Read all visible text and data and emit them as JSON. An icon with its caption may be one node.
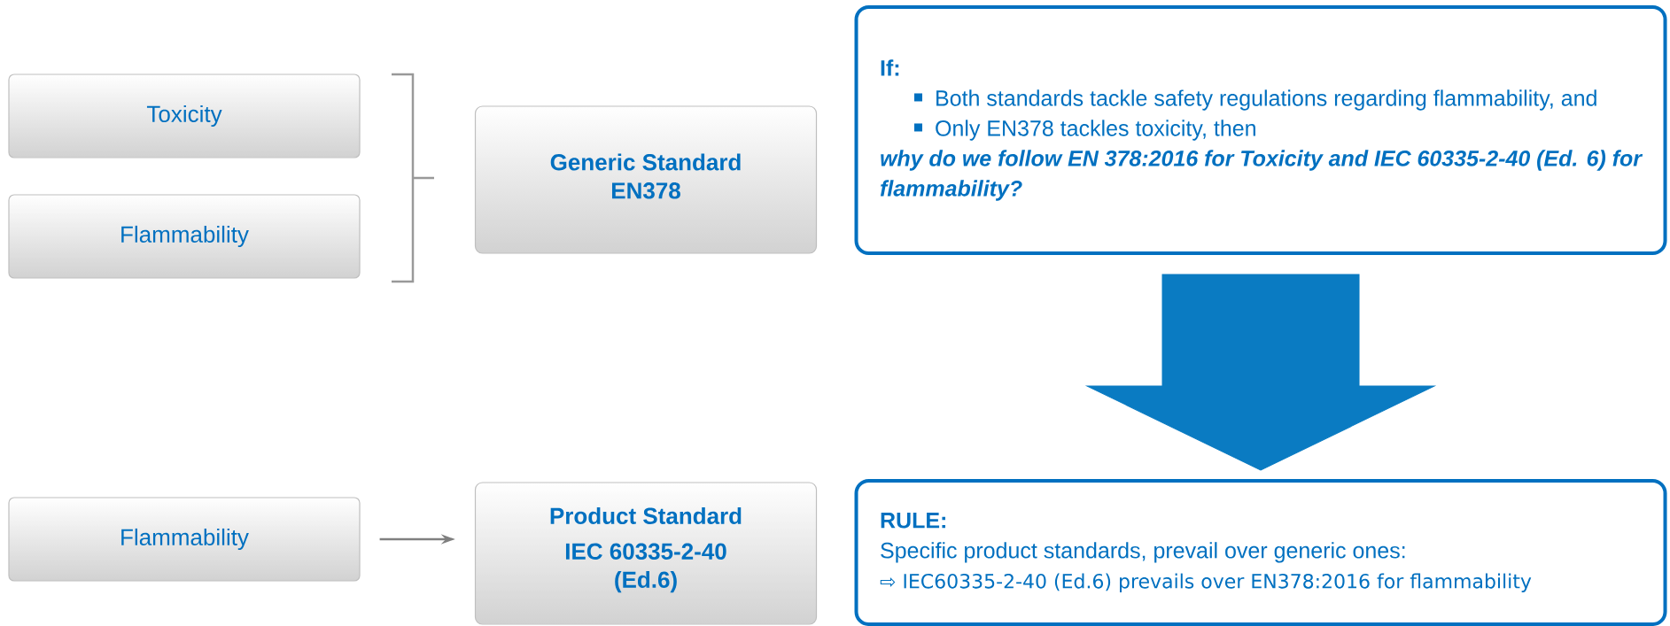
{
  "diagram": {
    "nodes": [
      {
        "text": [
          "Toxicity"
        ]
      },
      {
        "text": [
          "Flammability"
        ]
      },
      {
        "text": [
          "Generic Standard EN378"
        ]
      },
      {
        "text": [
          "If:",
          "Both standards tackle safety regulations regarding flammability, and",
          "Only EN378 tackles toxicity, then",
          "why do we follow EN 378:2016 for Toxicity and IEC 60335-2-40 (Ed. 6) for flammability?"
        ]
      },
      {
        "text": [
          "Flammability"
        ]
      },
      {
        "text": [
          "Product Standard",
          "IEC 60335-2-40 (Ed.6)"
        ]
      },
      {
        "text": [
          "RULE:",
          "Specific product standards, prevail over generic ones:",
          "⇨ IEC60335-2-40 (Ed.6) prevails over EN378:2016 for flammability"
        ]
      }
    ],
    "edges": [
      {
        "from": 4,
        "to": 5,
        "arrow": "to",
        "color": "#7f7f7f"
      },
      {
        "from": 3,
        "to": 6,
        "arrow": "to",
        "style": "thick",
        "color": "#0a7bc2"
      }
    ]
  }
}
